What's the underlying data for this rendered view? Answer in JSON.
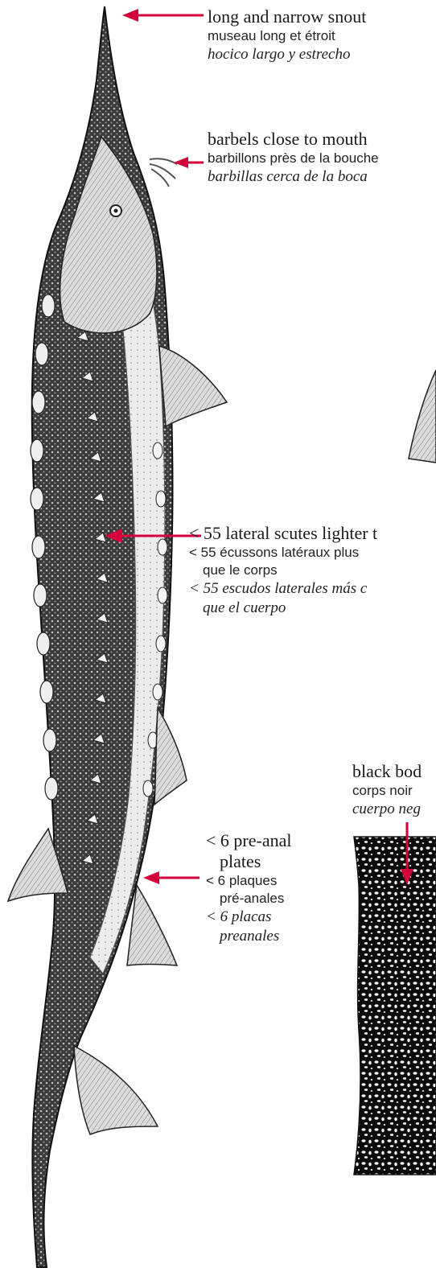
{
  "snout": {
    "en": "long and narrow snout",
    "fr": "museau long et étroit",
    "es": "hocico largo y estrecho"
  },
  "barbels": {
    "en": "barbels close to mouth",
    "fr": "barbillons près de la bouche",
    "es": "barbillas cerca de la boca"
  },
  "scutes": {
    "en": "< 55 lateral scutes lighter t",
    "fr_line1": "< 55 écussons latéraux plus",
    "fr_line2": "que le corps",
    "es_line1": "< 55 escudos laterales más c",
    "es_line2": "que el cuerpo"
  },
  "preanal": {
    "en_line1": "< 6 pre-anal",
    "en_line2": "plates",
    "fr_line1": "< 6 plaques",
    "fr_line2": "pré-anales",
    "es_line1": "< 6 placas",
    "es_line2": "preanales"
  },
  "body_color": {
    "en": "black bod",
    "fr": "corps noir",
    "es": "cuerpo neg"
  },
  "colors": {
    "arrow": "#d4003c",
    "ink": "#1a1a1a",
    "body_dark": "#2b2b2b",
    "belly": "#e4e4e4"
  }
}
